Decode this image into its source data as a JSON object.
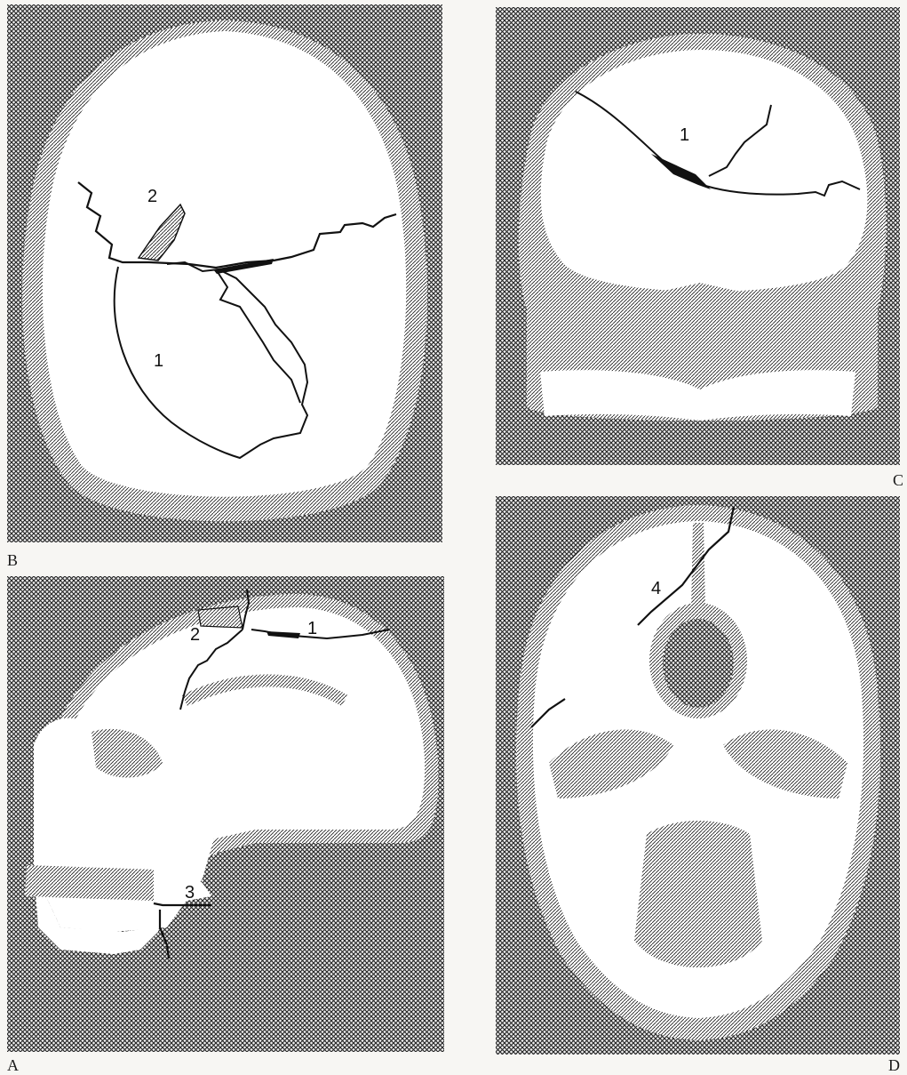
{
  "figure": {
    "panels": [
      {
        "letter": "B",
        "view": "superior",
        "labels": [
          "1",
          "2"
        ]
      },
      {
        "letter": "C",
        "view": "anterior",
        "labels": [
          "1"
        ]
      },
      {
        "letter": "A",
        "view": "lateral",
        "labels": [
          "1",
          "2",
          "3"
        ]
      },
      {
        "letter": "D",
        "view": "inferior",
        "labels": [
          "4"
        ]
      }
    ]
  },
  "colors": {
    "background_pattern": "#2a2a2a",
    "bone": "#ffffff",
    "fracture_line": "#111111",
    "page": "#f7f6f3"
  }
}
